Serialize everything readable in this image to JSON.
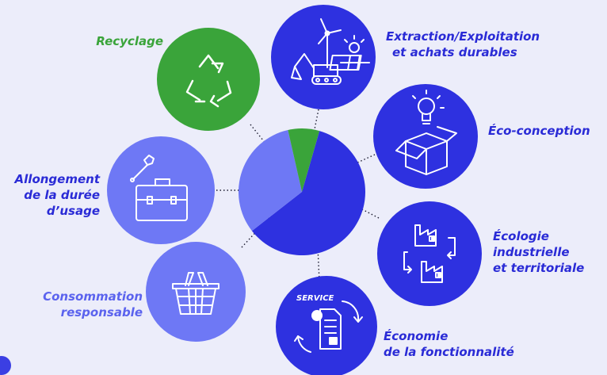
{
  "colors": {
    "background": "#ecedfa",
    "dark_blue": "#2e31e0",
    "mid_blue": "#6e78f5",
    "green": "#3aa43a",
    "label_dark": "#2a2bd6",
    "label_mid": "#5b63ee"
  },
  "pillars": [
    {
      "id": "recyclage",
      "label_lines": [
        "Recyclage"
      ],
      "icon": "recycle-icon",
      "color": "green"
    },
    {
      "id": "extraction",
      "label_lines": [
        "Extraction/Exploitation",
        "et achats durables"
      ],
      "icon": "wind-turbine-excavator-solar-icon",
      "color": "dark_blue"
    },
    {
      "id": "eco-conception",
      "label_lines": [
        "Éco-conception"
      ],
      "icon": "lightbulb-box-icon",
      "color": "dark_blue"
    },
    {
      "id": "ecologie-industrielle",
      "label_lines": [
        "Écologie",
        "industrielle",
        "et territoriale"
      ],
      "icon": "factories-exchange-icon",
      "color": "dark_blue"
    },
    {
      "id": "economie-fonctionnalite",
      "label_lines": [
        "Économie",
        "de la fonctionnalité"
      ],
      "icon": "service-document-icon",
      "color": "dark_blue",
      "icon_text": "SERVICE"
    },
    {
      "id": "consommation",
      "label_lines": [
        "Consommation",
        "responsable"
      ],
      "icon": "shopping-basket-icon",
      "color": "mid_blue"
    },
    {
      "id": "allongement",
      "label_lines": [
        "Allongement",
        "de la durée",
        "d’usage"
      ],
      "icon": "toolbox-wrench-icon",
      "color": "mid_blue"
    }
  ],
  "pie_segments": [
    {
      "name": "dark_blue",
      "fraction": 0.6
    },
    {
      "name": "mid_blue",
      "fraction": 0.32
    },
    {
      "name": "green",
      "fraction": 0.08
    }
  ]
}
